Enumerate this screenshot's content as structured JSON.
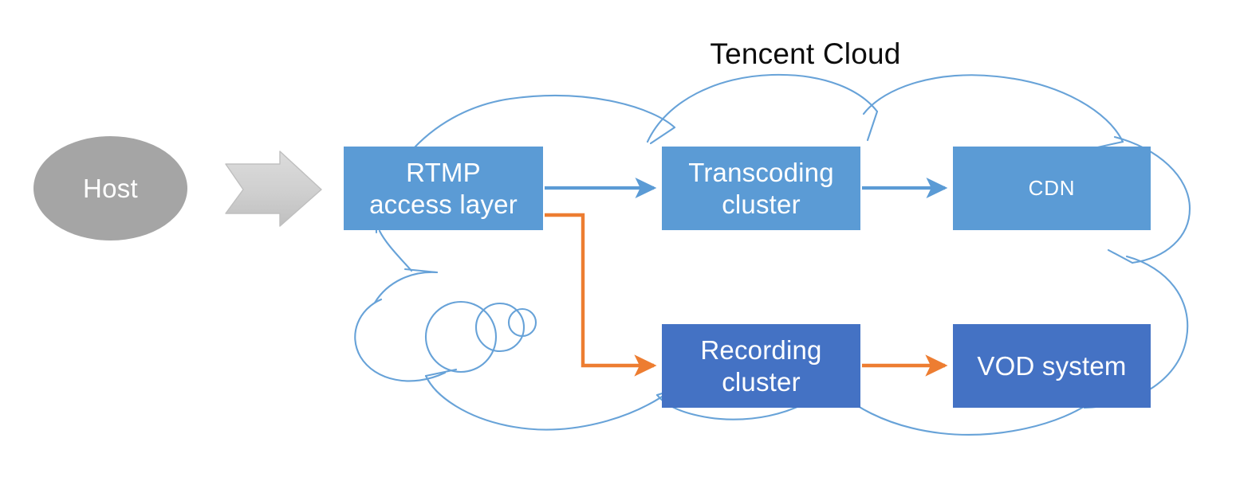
{
  "diagram": {
    "title": "Tencent Cloud",
    "type": "architecture-flow-diagram",
    "colors": {
      "light_blue": "#5B9BD5",
      "dark_blue": "#4472C4",
      "gray": "#A5A5A5",
      "orange": "#ED7D31",
      "cloud_outline": "#5B9BD5",
      "title_text": "#0D0D0D",
      "node_text": "#FFFFFF",
      "background": "#FFFFFF"
    },
    "nodes": [
      {
        "id": "host",
        "label": "Host",
        "shape": "ellipse",
        "fill": "#A5A5A5"
      },
      {
        "id": "rtmp",
        "label": "RTMP\naccess layer",
        "shape": "rectangle",
        "fill": "#5B9BD5"
      },
      {
        "id": "transcoding",
        "label": "Transcoding\ncluster",
        "shape": "rectangle",
        "fill": "#5B9BD5"
      },
      {
        "id": "cdn",
        "label": "CDN",
        "shape": "rectangle",
        "fill": "#5B9BD5"
      },
      {
        "id": "recording",
        "label": "Recording\ncluster",
        "shape": "rectangle",
        "fill": "#4472C4"
      },
      {
        "id": "vod",
        "label": "VOD system",
        "shape": "rectangle",
        "fill": "#4472C4"
      }
    ],
    "node_labels": {
      "host": "Host",
      "rtmp_line1": "RTMP",
      "rtmp_line2": "access layer",
      "transcoding_line1": "Transcoding",
      "transcoding_line2": "cluster",
      "cdn": "CDN",
      "recording_line1": "Recording",
      "recording_line2": "cluster",
      "vod": "VOD system"
    },
    "connectors": [
      {
        "id": "host-to-rtmp",
        "from": "host",
        "to": "rtmp",
        "style": "block-arrow",
        "color": "#D0D0D0"
      },
      {
        "id": "rtmp-to-transcoding",
        "from": "rtmp",
        "to": "transcoding",
        "style": "arrow",
        "color": "#5B9BD5"
      },
      {
        "id": "transcoding-to-cdn",
        "from": "transcoding",
        "to": "cdn",
        "style": "arrow",
        "color": "#5B9BD5"
      },
      {
        "id": "rtmp-to-recording",
        "from": "rtmp",
        "to": "recording",
        "style": "elbow-arrow",
        "color": "#ED7D31"
      },
      {
        "id": "recording-to-vod",
        "from": "recording",
        "to": "vod",
        "style": "arrow",
        "color": "#ED7D31"
      }
    ],
    "boundary": {
      "id": "tencent-cloud-boundary",
      "shape": "cloud",
      "label": "Tencent Cloud",
      "stroke": "#5B9BD5",
      "contains": [
        "rtmp",
        "transcoding",
        "cdn",
        "recording",
        "vod"
      ]
    }
  }
}
